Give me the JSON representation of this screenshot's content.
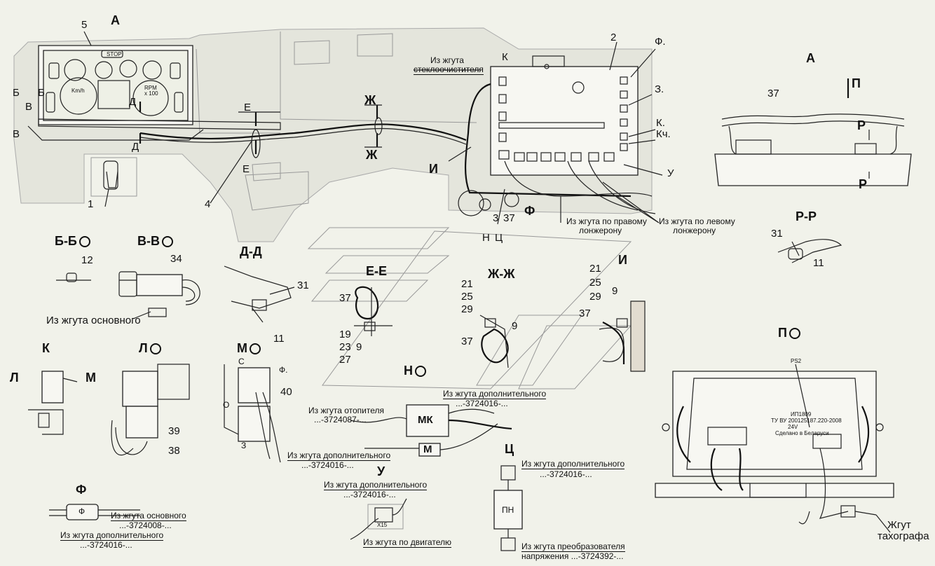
{
  "view_labels": {
    "A_top": "А",
    "A_view": "А",
    "K_top": "К",
    "P_view": "П",
    "PP": "Р-Р",
    "P_left": "Р",
    "P_right": "Р",
    "BB": "Б-Б",
    "VV": "В-В",
    "DD": "Д-Д",
    "EE": "Е-Е",
    "ZhZh": "Ж-Ж",
    "I": "И",
    "K": "К",
    "L": "Л",
    "M": "М",
    "Ph": "Ф",
    "U": "У",
    "Ts": "Ц",
    "N": "Н",
    "Pcirc": "П",
    "B1": "Б",
    "B2": "Б",
    "V1": "В",
    "V2": "В",
    "E1": "Е",
    "E2": "Е",
    "D1": "Д",
    "D2": "Д",
    "Zh1": "Ж",
    "Zh2": "Ж",
    "I_main": "И",
    "N_main": "Н",
    "Ts_main": "Ц",
    "Ph_main": "Ф",
    "U_main": "У",
    "Ph_right": "Ф.",
    "Z_right": "З.",
    "K_right": "К.",
    "Kch_right": "Кч.",
    "S_m": "С",
    "Ph_m": "Ф.",
    "O_m": "О",
    "Z_m": "З",
    "L_arrow": "Л",
    "M_arrow": "М"
  },
  "numbers": {
    "n5": "5",
    "n2": "2",
    "n1": "1",
    "n4": "4",
    "n3": "3",
    "n37a": "37",
    "n37A": "37",
    "n31": "31",
    "n11": "11",
    "n12": "12",
    "n34": "34",
    "n31d": "31",
    "n11d": "11",
    "n37e": "37",
    "n19": "19",
    "n23": "23",
    "n27": "27",
    "n9e": "9",
    "n21z": "21",
    "n25z": "25",
    "n29z": "29",
    "n37z": "37",
    "n9z": "9",
    "n21i": "21",
    "n25i": "25",
    "n29i": "29",
    "n9i": "9",
    "n37i": "37",
    "n40": "40",
    "n39": "39",
    "n38": "38"
  },
  "notes": {
    "wiper_1": "Из жгута",
    "wiper_2": "стеклоочистителя",
    "right_spar_1": "Из жгута по правому",
    "right_spar_2": "лонжерону",
    "left_spar_1": "Из жгута по левому",
    "left_spar_2": "лонжерону",
    "main_harness": "Из жгута основного",
    "heater_1": "Из жгута отопителя",
    "heater_2": "...-3724087-...",
    "additional_1": "Из жгута дополнительного",
    "additional_2": "...-3724016-...",
    "m_add_1": "Из жгута дополнительного",
    "m_add_2": "...-3724016-...",
    "ph_main_1": "Из жгута основного",
    "ph_main_2": "...-3724008-...",
    "ph_add_1": "Из жгута дополнительного",
    "ph_add_2": "...-3724016-...",
    "u_add_1": "Из жгута дополнительного",
    "u_add_2": "...-3724016-...",
    "u_engine": "Из жгута по двигателю",
    "ts_add_1": "Из жгута дополнительного",
    "ts_add_2": "...-3724016-...",
    "ts_conv_1": "Из жгута преобразователя",
    "ts_conv_2": "напряжения ...-3724392-...",
    "tacho_1": "Жгут",
    "tacho_2": "тахографа"
  },
  "connector_labels": {
    "MK": "МК",
    "M": "М",
    "X15": "X15",
    "PN": "ПН",
    "PS2": "PS2",
    "Ph": "Ф"
  },
  "tacho_plate": {
    "line1": "ИП1809",
    "line2": "ТУ ВУ 200125187.220-2008",
    "line3": "24V",
    "line4": "Сделано в Беларуси"
  },
  "dash_texts": {
    "stop": "STOP",
    "kmh": "Km/h",
    "rpm": "RPM",
    "x100": "x 100"
  }
}
